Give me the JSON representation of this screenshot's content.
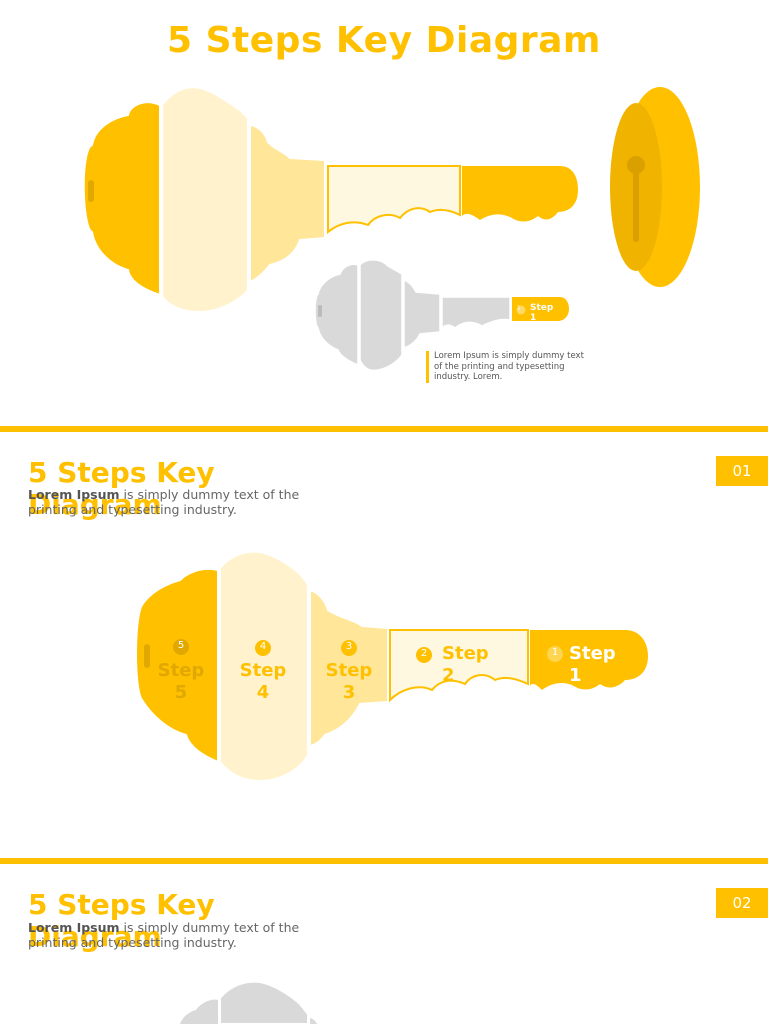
{
  "header": {
    "title": "5 Steps Key Diagram"
  },
  "thumbnail": {
    "step_label": "Step",
    "step_number": "1",
    "badge": "1",
    "note": "Lorem Ipsum is simply dummy text of the printing and typesetting industry. Lorem."
  },
  "slides": [
    {
      "title": "5 Steps Key Diagram",
      "desc_bold": "Lorem Ipsum",
      "desc_rest": " is simply dummy text of the printing and typesetting industry.",
      "number": "01",
      "steps": [
        {
          "badge": "5",
          "label": "Step",
          "num": "5"
        },
        {
          "badge": "4",
          "label": "Step",
          "num": "4"
        },
        {
          "badge": "3",
          "label": "Step",
          "num": "3"
        },
        {
          "badge": "2",
          "label": "Step",
          "num": "2"
        },
        {
          "badge": "1",
          "label": "Step",
          "num": "1"
        }
      ]
    },
    {
      "title": "5 Steps Key Diagram",
      "desc_bold": "Lorem Ipsum",
      "desc_rest": " is simply dummy text of the printing and typesetting industry.",
      "number": "02"
    }
  ],
  "colors": {
    "accent": "#ffc000",
    "light1": "#fff2cc",
    "light2": "#ffe699",
    "light3": "#fff8e1",
    "gray": "#d9d9d9"
  }
}
